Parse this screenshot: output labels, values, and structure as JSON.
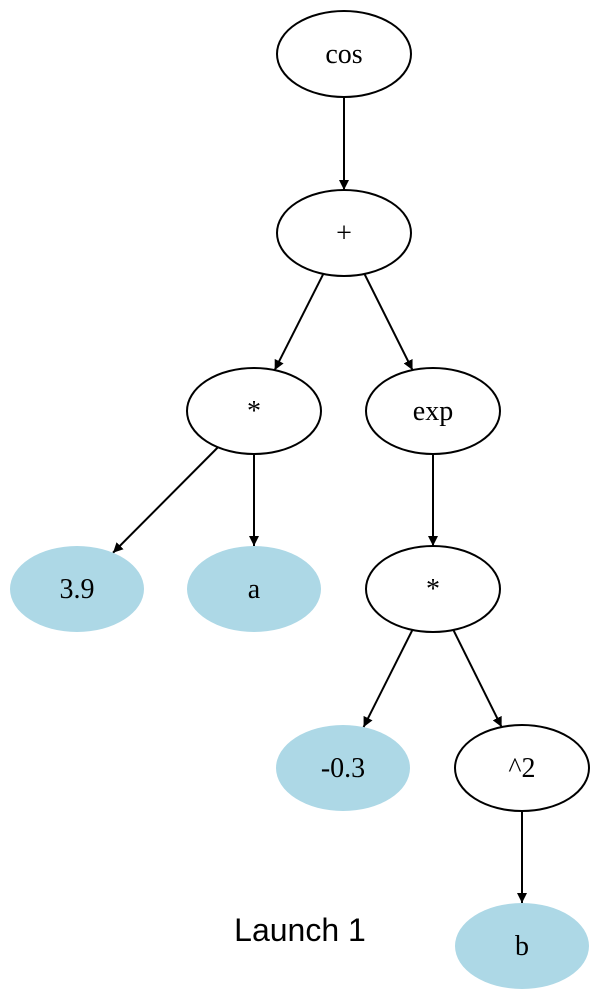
{
  "caption": "Launch 1",
  "colors": {
    "operator_fill": "#ffffff",
    "leaf_fill": "#add8e6",
    "stroke": "#000000"
  },
  "tree": {
    "nodes": [
      {
        "id": "n-cos",
        "label": "cos",
        "kind": "operator"
      },
      {
        "id": "n-plus",
        "label": "+",
        "kind": "operator"
      },
      {
        "id": "n-mul1",
        "label": "*",
        "kind": "operator"
      },
      {
        "id": "n-exp",
        "label": "exp",
        "kind": "operator"
      },
      {
        "id": "n-const39",
        "label": "3.9",
        "kind": "leaf"
      },
      {
        "id": "n-var-a",
        "label": "a",
        "kind": "leaf"
      },
      {
        "id": "n-mul2",
        "label": "*",
        "kind": "operator"
      },
      {
        "id": "n-const-03",
        "label": "-0.3",
        "kind": "leaf"
      },
      {
        "id": "n-square",
        "label": "^2",
        "kind": "operator"
      },
      {
        "id": "n-var-b",
        "label": "b",
        "kind": "leaf"
      }
    ],
    "edges": [
      {
        "from": "n-cos",
        "to": "n-plus"
      },
      {
        "from": "n-plus",
        "to": "n-mul1"
      },
      {
        "from": "n-plus",
        "to": "n-exp"
      },
      {
        "from": "n-mul1",
        "to": "n-const39"
      },
      {
        "from": "n-mul1",
        "to": "n-var-a"
      },
      {
        "from": "n-exp",
        "to": "n-mul2"
      },
      {
        "from": "n-mul2",
        "to": "n-const-03"
      },
      {
        "from": "n-mul2",
        "to": "n-square"
      },
      {
        "from": "n-square",
        "to": "n-var-b"
      }
    ]
  }
}
